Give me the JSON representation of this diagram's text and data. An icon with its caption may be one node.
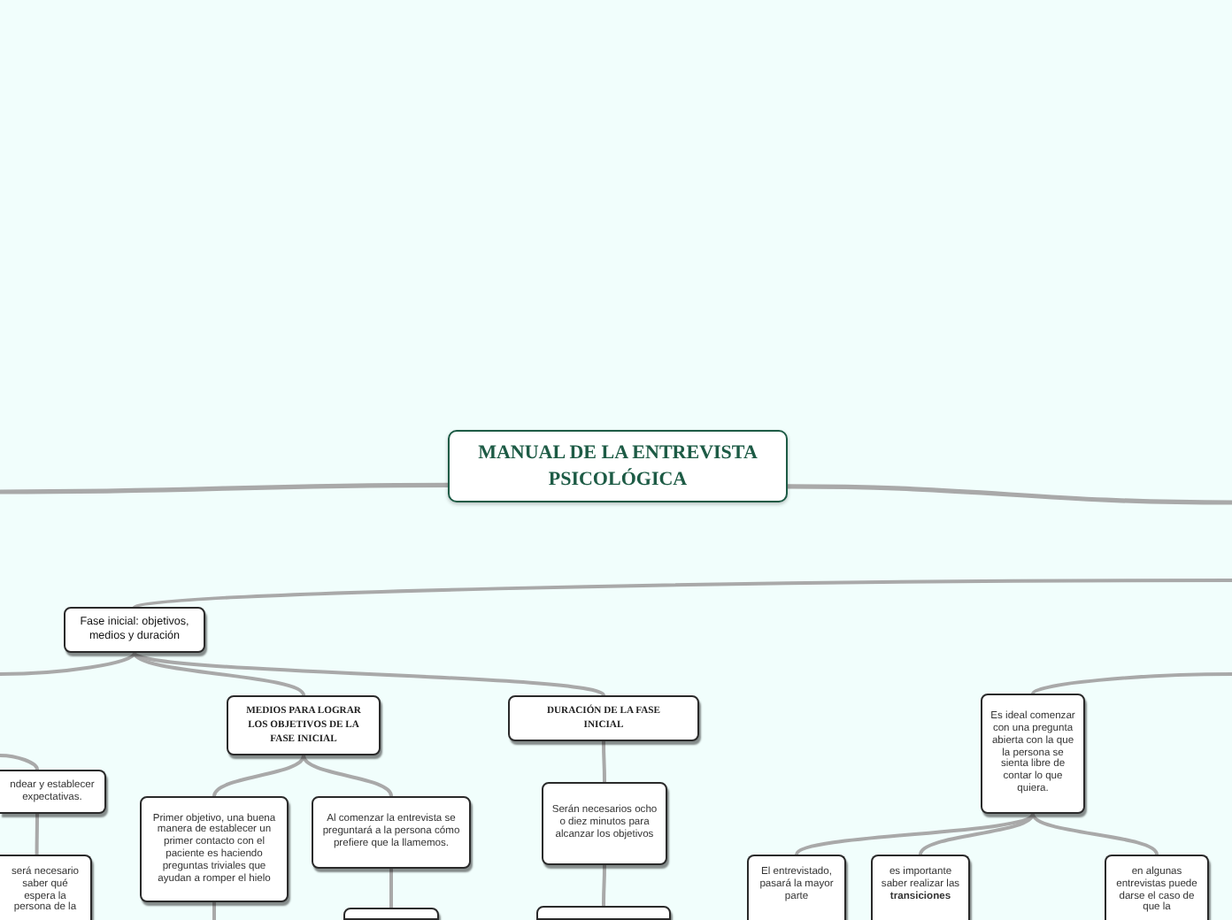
{
  "diagram": {
    "nodes": [
      {
        "text": [
          "MANUAL DE LA ENTREVISTA PSICOLÓGICA"
        ]
      },
      {
        "text": [
          "Fase inicial: objetivos, medios y duración"
        ]
      },
      {
        "text": [
          "MEDIOS PARA LOGRAR LOS OBJETIVOS DE LA FASE INICIAL"
        ]
      },
      {
        "text": [
          "DURACIÓN DE LA FASE INICIAL"
        ]
      },
      {
        "text": [
          "Es ideal comenzar con una pregunta abierta con la que la persona se sienta libre de contar lo que quiera."
        ]
      },
      {
        "text": [
          "ndear y establecer expectativas."
        ]
      },
      {
        "text": [
          "será necesario saber qué espera la persona de la"
        ]
      },
      {
        "text": [
          "Primer objetivo, una buena manera de establecer un primer contacto con el paciente es haciendo preguntas triviales que ayudan a romper el hielo"
        ]
      },
      {
        "text": [
          "Al comenzar la entrevista se preguntará a la persona cómo prefiere que la llamemos."
        ]
      },
      {
        "text": [],
        "shape": "box"
      },
      {
        "text": [
          "Serán necesarios ocho o diez minutos para alcanzar los objetivos"
        ]
      },
      {
        "text": [],
        "shape": "box"
      },
      {
        "text": [
          "El entrevistado, pasará la mayor parte"
        ]
      },
      {
        "text": [
          "es importante saber realizar las **transiciones**"
        ]
      },
      {
        "text": [
          "en algunas entrevistas puede darse el caso de que la"
        ]
      }
    ],
    "edges": [
      {
        "from": 0,
        "to": null,
        "arrow": "none"
      },
      {
        "from": 0,
        "to": null,
        "arrow": "none"
      },
      {
        "from": null,
        "to": 1,
        "arrow": "none"
      },
      {
        "from": 1,
        "to": null,
        "arrow": "none"
      },
      {
        "from": 1,
        "to": 2,
        "arrow": "none"
      },
      {
        "from": 1,
        "to": 3,
        "arrow": "none"
      },
      {
        "from": null,
        "to": 5,
        "arrow": "none"
      },
      {
        "from": 5,
        "to": 6,
        "arrow": "none"
      },
      {
        "from": 2,
        "to": 7,
        "arrow": "none"
      },
      {
        "from": 2,
        "to": 8,
        "arrow": "none"
      },
      {
        "from": 7,
        "to": null,
        "arrow": "none"
      },
      {
        "from": 8,
        "to": 9,
        "arrow": "none"
      },
      {
        "from": 3,
        "to": 10,
        "arrow": "none"
      },
      {
        "from": 10,
        "to": 11,
        "arrow": "none"
      },
      {
        "from": null,
        "to": 4,
        "arrow": "none"
      },
      {
        "from": 4,
        "to": 12,
        "arrow": "none"
      },
      {
        "from": 4,
        "to": 13,
        "arrow": "none"
      },
      {
        "from": 4,
        "to": 14,
        "arrow": "none"
      }
    ]
  }
}
